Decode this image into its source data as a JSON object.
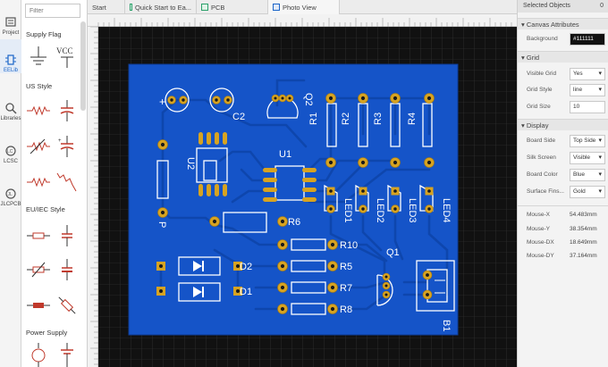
{
  "rail": [
    {
      "label": "Project",
      "icon": "project-icon"
    },
    {
      "label": "EELib",
      "icon": "eelib-icon"
    },
    {
      "label": "Libraries",
      "icon": "libraries-icon"
    },
    {
      "label": "LCSC",
      "icon": "lcsc-icon"
    },
    {
      "label": "JLCPCB",
      "icon": "jlcpcb-icon"
    }
  ],
  "library": {
    "search_placeholder": "Filter",
    "sections": {
      "supply_flag": "Supply Flag",
      "us_style": "US Style",
      "eu_style": "EU/IEC Style",
      "power_supply": "Power Supply"
    },
    "vcc_label": "VCC"
  },
  "tabs": [
    {
      "label": "Start"
    },
    {
      "label": "Quick Start to Ea..."
    },
    {
      "label": "PCB"
    },
    {
      "label": "Photo View"
    }
  ],
  "board": {
    "board_color": "#1554c8",
    "copper_color": "#d7a321",
    "silk_color": "#ffffff",
    "labels": {
      "q2": "Q2",
      "c2": "C2",
      "u1": "U1",
      "u2": "U2",
      "r1": "R1",
      "r2": "R2",
      "r3": "R3",
      "r4": "R4",
      "led1": "LED1",
      "led2": "LED2",
      "led3": "LED3",
      "led4": "LED4",
      "r6": "R6",
      "r10": "R10",
      "r5": "R5",
      "r7": "R7",
      "r8": "R8",
      "d1": "D1",
      "d2": "D2",
      "q1": "Q1",
      "b1": "B1",
      "p": "P"
    }
  },
  "right_panel": {
    "header": "Selected Objects",
    "header_count": "0",
    "canvas_attributes": {
      "title": "Canvas Attributes",
      "background_label": "Background",
      "background_value": "#111111"
    },
    "grid": {
      "title": "Grid",
      "visible_label": "Visible Grid",
      "visible_value": "Yes",
      "style_label": "Grid Style",
      "style_value": "line",
      "size_label": "Grid Size",
      "size_value": "10"
    },
    "display": {
      "title": "Display",
      "board_side_label": "Board Side",
      "board_side_value": "Top Side",
      "silk_label": "Silk Screen",
      "silk_value": "Visible",
      "board_color_label": "Board Color",
      "board_color_value": "Blue",
      "surface_label": "Surface Fins...",
      "surface_value": "Gold"
    },
    "mouse": [
      {
        "label": "Mouse-X",
        "value": "54.483mm"
      },
      {
        "label": "Mouse-Y",
        "value": "38.354mm"
      },
      {
        "label": "Mouse-DX",
        "value": "18.649mm"
      },
      {
        "label": "Mouse-DY",
        "value": "37.164mm"
      }
    ]
  }
}
